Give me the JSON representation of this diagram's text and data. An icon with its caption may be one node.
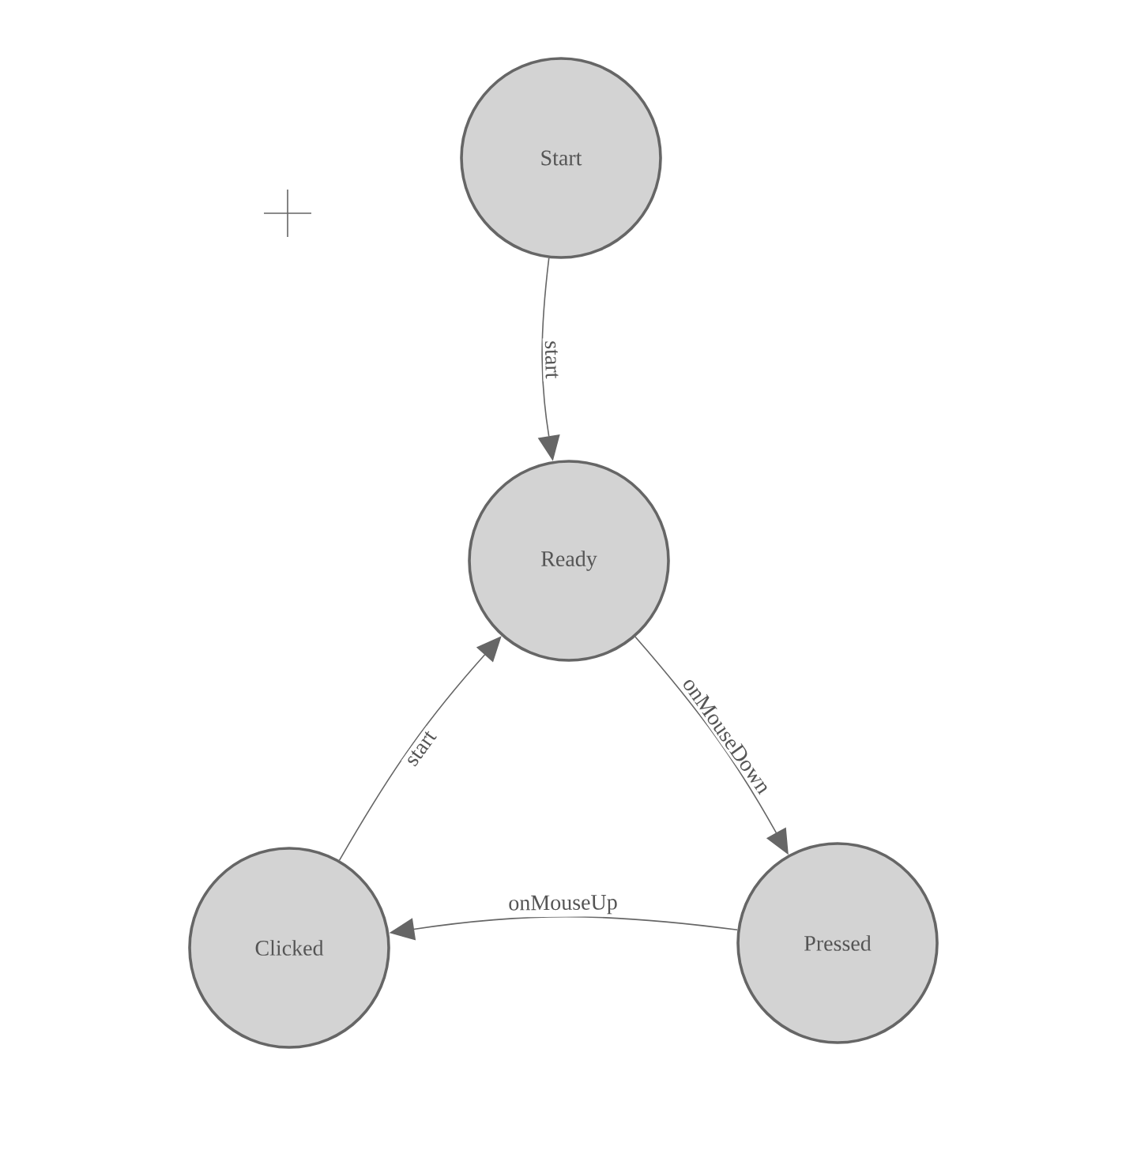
{
  "diagram": {
    "nodes": [
      {
        "text": [
          "Start"
        ]
      },
      {
        "text": [
          "Ready"
        ]
      },
      {
        "text": [
          "Pressed"
        ]
      },
      {
        "text": [
          "Clicked"
        ]
      }
    ],
    "edges": [
      {
        "from": 0,
        "to": 1,
        "arrow": "to",
        "label": "start"
      },
      {
        "from": 1,
        "to": 2,
        "arrow": "to",
        "label": "onMouseDown"
      },
      {
        "from": 2,
        "to": 3,
        "arrow": "to",
        "label": "onMouseUp"
      },
      {
        "from": 3,
        "to": 1,
        "arrow": "to",
        "label": "start"
      }
    ]
  }
}
